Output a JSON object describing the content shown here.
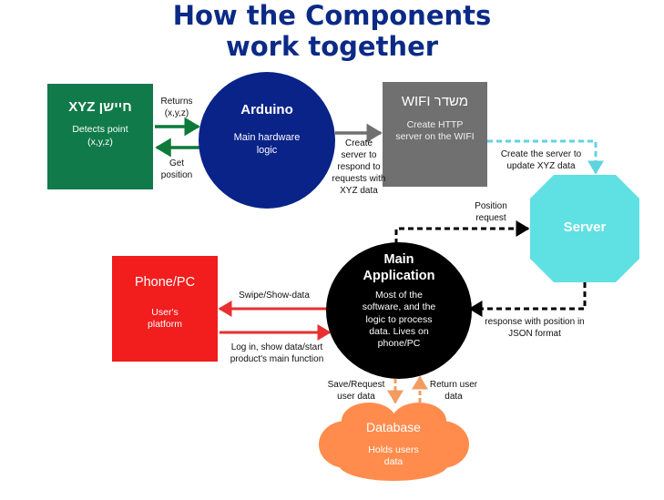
{
  "title": {
    "line1": "How the Components",
    "line2": "work together"
  },
  "colors": {
    "title": "#0b2a86",
    "sensor": "#117a4a",
    "arduino": "#0a2388",
    "wifi": "#707070",
    "server": "#5fe0e3",
    "main_app": "#000000",
    "phone": "#f21d1d",
    "database": "#ff8c4d",
    "green_arrow": "#0d7a3a",
    "cyan_arrow": "#5fd4e0",
    "red_arrow": "#e83030",
    "orange_arrow": "#f29c62"
  },
  "sensor": {
    "title": "חיישן XYZ",
    "desc": "Detects point (x,y,z)"
  },
  "arduino": {
    "title": "Arduino",
    "desc": "Main hardware logic"
  },
  "wifi": {
    "title": "משדר WIFI",
    "desc": "Create HTTP server on the WIFI"
  },
  "server": {
    "title": "Server"
  },
  "main_app": {
    "title": "Main Application",
    "desc": "Most of the software, and the logic to process data. Lives on phone/PC"
  },
  "phone": {
    "title": "Phone/PC",
    "desc": "User's platform"
  },
  "database": {
    "title": "Database",
    "desc": "Holds users data"
  },
  "labels": {
    "returns": "Returns (x,y,z)",
    "get_position": "Get position",
    "create_server": "Create server to respond to requests with XYZ data",
    "create_server_update": "Create the server to update XYZ data",
    "position_request": "Position request",
    "response_json": "response with position in JSON format",
    "swipe_show": "Swipe/Show-data",
    "login": "Log in, show data/start product's main function",
    "save_request": "Save/Request user data",
    "return_data": "Return user data"
  }
}
